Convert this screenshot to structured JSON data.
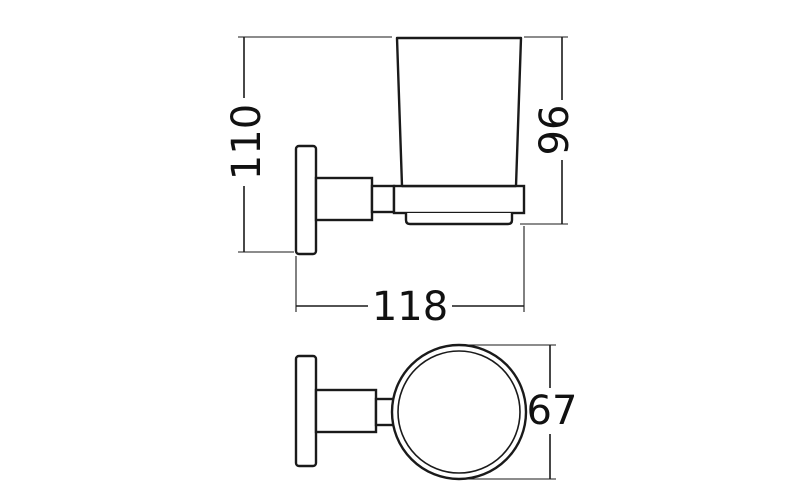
{
  "dimensions": {
    "total_height": "110",
    "cup_height": "96",
    "total_depth": "118",
    "cup_diameter": "67"
  },
  "colors": {
    "line": "#1a1a1a",
    "background": "#ffffff"
  }
}
